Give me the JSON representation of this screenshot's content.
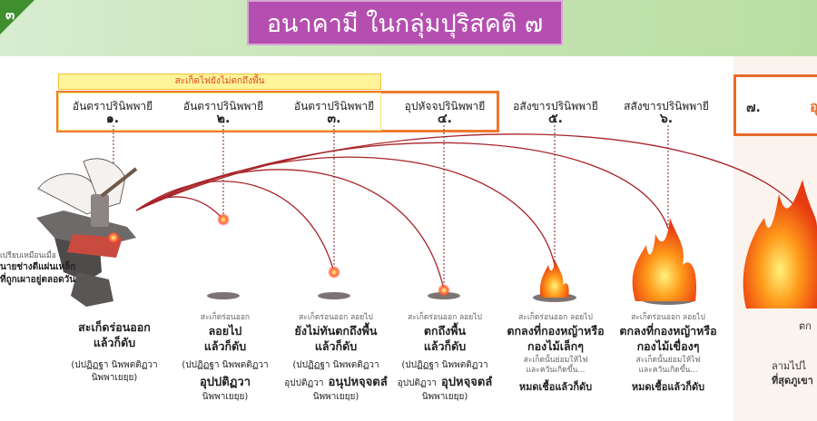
{
  "header": {
    "page_number": "๓",
    "title": "อนาคามี ในกลุ่มปุริสคติ ๗"
  },
  "legend": {
    "yellow_label": "สะเก็ดไฟยังไม่ตกถึงพื้น"
  },
  "stages": [
    {
      "label": "อันตราปรินิพพายี",
      "number": "๑."
    },
    {
      "label": "อันตราปรินิพพายี",
      "number": "๒."
    },
    {
      "label": "อันตราปรินิพพายี",
      "number": "๓."
    },
    {
      "label": "อุปหัจจปรินิพพายี",
      "number": "๔."
    },
    {
      "label": "อสังขารปรินิพพายี",
      "number": "๕."
    },
    {
      "label": "สสังขารปรินิพพายี",
      "number": "๖."
    }
  ],
  "side_stage": {
    "number": "๗.",
    "fragment": "อุ"
  },
  "left_caption": {
    "note": "เปรียบเหมือนเมื่อ",
    "lines": "นายช่างตีแผ่นเหล็ก\nที่ถูกเผาอยู่ตลอดวัน"
  },
  "descriptions": [
    {
      "small": "",
      "main": "สะเก็ดร่อนออก\nแล้วก็ดับ",
      "ref": "(ปปฏิฏฐา นิพพตติฏวา\nนิพพาเยยฺย)",
      "ref_bold": "",
      "ref_tail": ""
    },
    {
      "small": "สะเก็ดร่อนออก",
      "main": "ลอยไป\nแล้วก็ดับ",
      "ref": "(ปปฏิฏฐา นิพพตติฏวา",
      "ref_bold": "อุปปติฏวา",
      "ref_tail": "นิพพาเยยฺย)"
    },
    {
      "small": "สะเก็ดร่อนออก ลอยไป",
      "main": "ยังไม่ทันตกถึงพื้น\nแล้วก็ดับ",
      "ref": "(ปปฏิฏฐา นิพพตติฏวา\nอุปปติฏวา",
      "ref_bold": "อนุปหจฺจตลํ",
      "ref_tail": "นิพพาเยยฺย)"
    },
    {
      "small": "สะเก็ดร่อนออก ลอยไป",
      "main": "ตกถึงพื้น\nแล้วก็ดับ",
      "ref": "(ปปฏิฏฐา นิพพตติฏวา\nอุปปติฏวา",
      "ref_bold": "อุปหจฺจตลํ",
      "ref_tail": "นิพพาเยยฺย)"
    },
    {
      "small": "สะเก็ดร่อนออก ลอยไป",
      "main": "ตกลงที่กองหญ้าหรือ\nกองไม้เล็กๆ",
      "ref": "สะเก็ดนั้นย่อมให้ไฟ\nและควันเกิดขึ้น...",
      "ref_bold": "หมดเชื้อแล้วก็ดับ",
      "ref_tail": ""
    },
    {
      "small": "สะเก็ดร่อนออก ลอยไป",
      "main": "ตกลงที่กองหญ้าหรือ\nกองไม้เขื่องๆ",
      "ref": "สะเก็ดนั้นย่อมให้ไฟ\nและควันเกิดขึ้น...",
      "ref_bold": "หมดเชื้อแล้วก็ดับ",
      "ref_tail": ""
    }
  ],
  "right_fragments": {
    "top": "ตก",
    "line1": "ลามไปไ",
    "line2": "ที่สุดภูเขา"
  },
  "colors": {
    "title_bg": "#b44fb0",
    "orange_border": "#ef7a2f",
    "arc": "#a8242a",
    "spark": "#ff2a4a"
  }
}
